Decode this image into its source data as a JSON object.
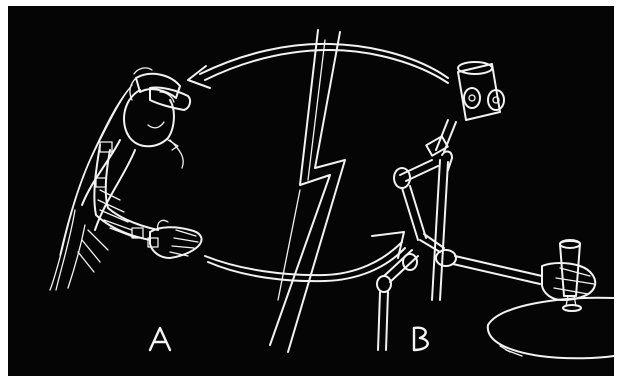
{
  "diagram": {
    "background": "#050505",
    "chalk_color": "#f2f2f2",
    "frame_color": "#ffffff",
    "labels": {
      "left": "A",
      "right": "B"
    },
    "elements": [
      "human-operator-with-vr-headset",
      "arm-motion-sensors",
      "hand-glove",
      "lightning-divider",
      "feedback-arrow-top",
      "command-arrow-bottom",
      "robot-camera-head",
      "robot-arm",
      "robot-gripper",
      "glass-object",
      "table"
    ]
  }
}
